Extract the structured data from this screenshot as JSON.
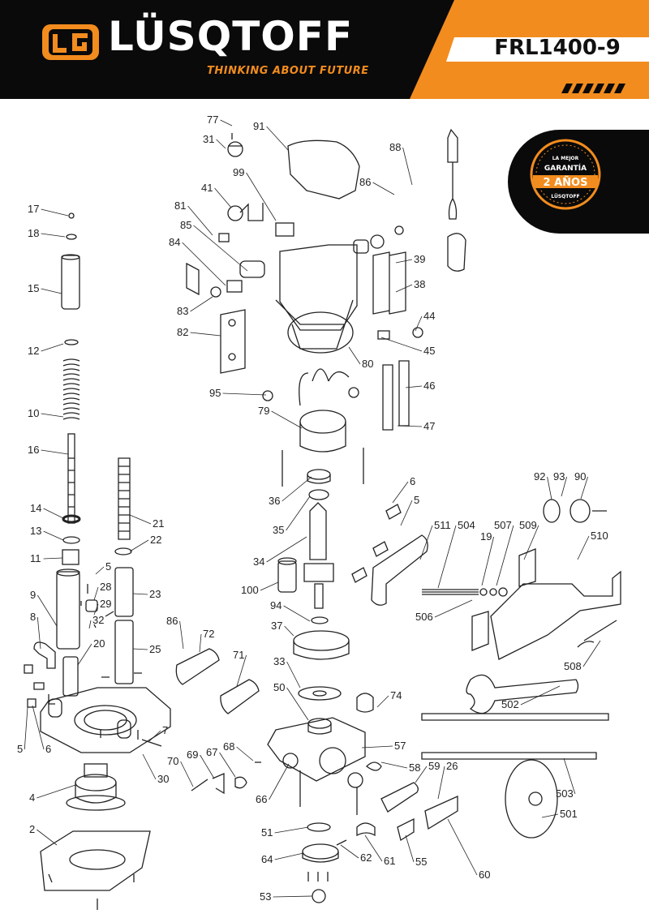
{
  "header": {
    "brand": "LÜSQTOFF",
    "logo_mark": "LQ",
    "tagline": "THINKING ABOUT FUTURE",
    "model": "FRL1400-9"
  },
  "badge": {
    "line1": "LA MEJOR",
    "line2": "GARANTÍA",
    "line3": "2 AÑOS",
    "line4": "LÜSQTOFF"
  },
  "colors": {
    "accent": "#f28c1e",
    "header_bg": "#0a0a0a",
    "line": "#222222"
  },
  "part_labels": [
    "77",
    "31",
    "91",
    "88",
    "99",
    "41",
    "81",
    "85",
    "86",
    "84",
    "83",
    "82",
    "95",
    "79",
    "80",
    "44",
    "45",
    "46",
    "47",
    "39",
    "38",
    "17",
    "18",
    "15",
    "12",
    "10",
    "16",
    "14",
    "13",
    "11",
    "9",
    "8",
    "5",
    "6",
    "4",
    "2",
    "36",
    "35",
    "34",
    "100",
    "94",
    "37",
    "33",
    "50",
    "51",
    "64",
    "53",
    "66",
    "57",
    "58",
    "59",
    "26",
    "60",
    "55",
    "61",
    "62",
    "72",
    "71",
    "86",
    "70",
    "69",
    "67",
    "68",
    "21",
    "22",
    "23",
    "25",
    "20",
    "5",
    "28",
    "29",
    "32",
    "30",
    "7",
    "6",
    "5",
    "511",
    "504",
    "19",
    "507",
    "509",
    "510",
    "92",
    "93",
    "90",
    "506",
    "508",
    "502",
    "74",
    "503",
    "501"
  ]
}
